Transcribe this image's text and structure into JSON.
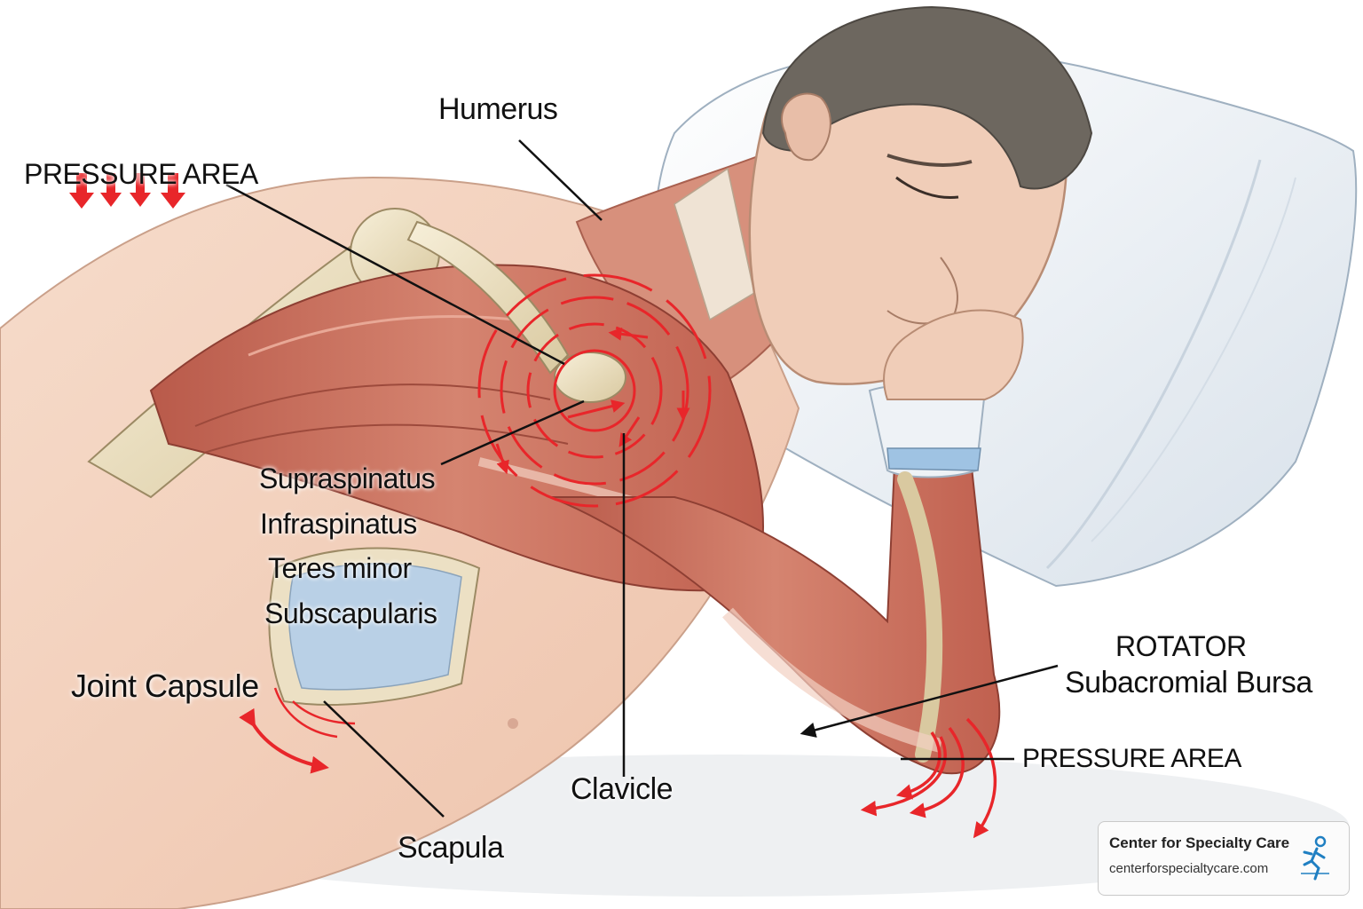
{
  "labels": {
    "humerus": "Humerus",
    "pressure_area_top": "PRESSURE AREA",
    "supraspinatus": "Supraspinatus",
    "infraspinatus": "Infraspinatus",
    "teres_minor": "Teres minor",
    "subscapularis": "Subscapularis",
    "joint_capsule": "Joint Capsule",
    "scapula": "Scapula",
    "clavicle": "Clavicle",
    "rotator": "ROTATOR",
    "subacromial_bursa": "Subacromial Bursa",
    "pressure_area_elbow": "PRESSURE AREA"
  },
  "badge": {
    "name": "Center for Specialty Care",
    "url": "centerforspecialtycare.com",
    "logo_icon": "running-figure-logo-icon"
  },
  "colors": {
    "pressure_red": "#e8262a",
    "muscle": "#c9705e",
    "muscle_light": "#e6a795",
    "skin": "#f2d3c0",
    "bone": "#ecdfc0",
    "cartilage_blue": "#b9d0e6",
    "hair": "#6d675f",
    "pillow": "#eef2f6",
    "badge_logo_blue": "#1f7fc2"
  }
}
